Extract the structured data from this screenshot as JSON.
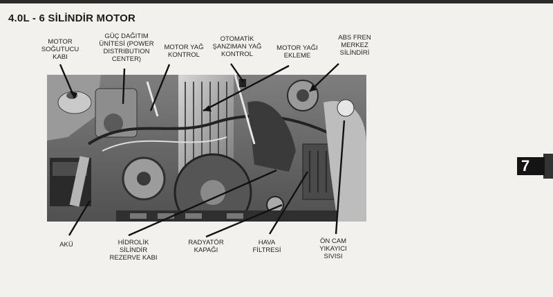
{
  "title": "4.0L - 6 SİLİNDİR MOTOR",
  "chapter_tab": "7",
  "labels_top": [
    {
      "id": "motor-sogutucu-kabi",
      "lines": [
        "MOTOR",
        "SOĞUTUCU",
        "KABI"
      ]
    },
    {
      "id": "guc-dagitim-unitesi",
      "lines": [
        "GÜÇ DAĞITIM",
        "ÜNİTESİ (POWER",
        "DISTRIBUTION",
        "CENTER)"
      ]
    },
    {
      "id": "motor-yag-kontrol",
      "lines": [
        "MOTOR YAĞ",
        "KONTROL"
      ]
    },
    {
      "id": "otomatik-sanziman-yag-kontrol",
      "lines": [
        "OTOMATİK",
        "ŞANZIMAN YAĞ",
        "KONTROL"
      ]
    },
    {
      "id": "motor-yagi-ekleme",
      "lines": [
        "MOTOR YAĞI",
        "EKLEME"
      ]
    },
    {
      "id": "abs-fren-merkez-silindiri",
      "lines": [
        "ABS FREN",
        "MERKEZ",
        "SİLİNDİRİ"
      ]
    }
  ],
  "labels_bottom": [
    {
      "id": "aku",
      "lines": [
        "AKÜ"
      ]
    },
    {
      "id": "hidrolik-silindir-rezerve-kabi",
      "lines": [
        "HİDROLİK",
        "SİLİNDİR",
        "REZERVE KABI"
      ]
    },
    {
      "id": "radyator-kapagi",
      "lines": [
        "RADYATÖR",
        "KAPAĞI"
      ]
    },
    {
      "id": "hava-filtresi",
      "lines": [
        "HAVA",
        "FİLTRESİ"
      ]
    },
    {
      "id": "on-cam-yikayici-sivisi",
      "lines": [
        "ÖN CAM",
        "YIKAYICI",
        "SIVISI"
      ]
    }
  ]
}
